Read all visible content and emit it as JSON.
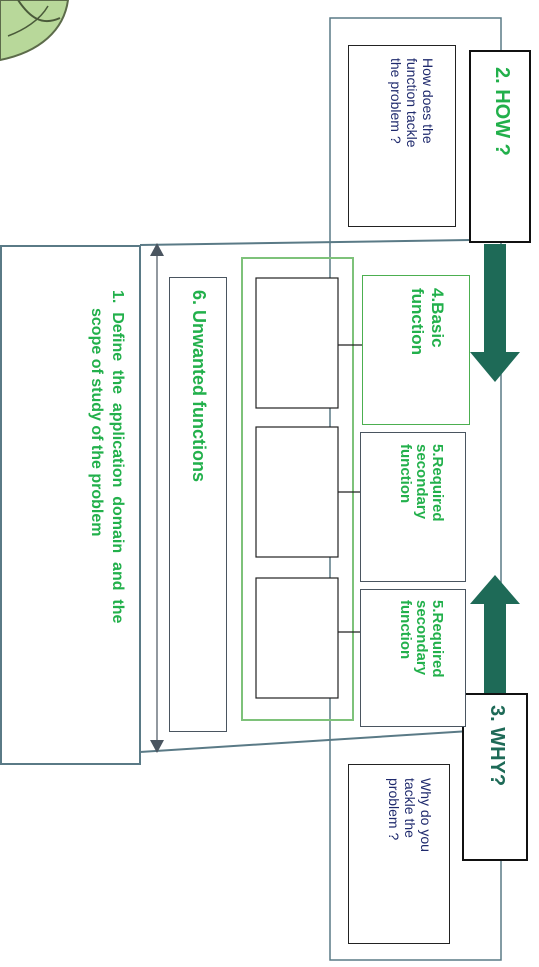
{
  "colors": {
    "accent_green": "#22b04b",
    "label_navy": "#1f2a6d",
    "arrow_teal": "#1e6a57",
    "frame_gray": "#5a7a86",
    "logo_green": "#b8d89a"
  },
  "icons": {
    "corner_logo": "green-leaf-logo",
    "down_arrow": "down-arrow-icon",
    "up_arrow": "up-arrow-icon"
  },
  "how": {
    "label": "2. HOW ?",
    "question_lines": [
      "How does the",
      "function tackle",
      "the problem ?"
    ]
  },
  "why": {
    "label": "3. WHY?",
    "question_lines": [
      "Why do you",
      "tackle the",
      "problem ?"
    ]
  },
  "basic_function": {
    "lines": [
      "4.Basic",
      "function"
    ]
  },
  "secondary_functions": [
    {
      "lines": [
        "5.Required",
        "secondary",
        "function"
      ]
    },
    {
      "lines": [
        "5.Required",
        "secondary",
        "function"
      ]
    }
  ],
  "unwanted": {
    "label": "6. Unwanted functions"
  },
  "domain": {
    "lines": [
      "1.  Define  the  application  domain  and  the",
      "scope of study of the problem"
    ]
  }
}
